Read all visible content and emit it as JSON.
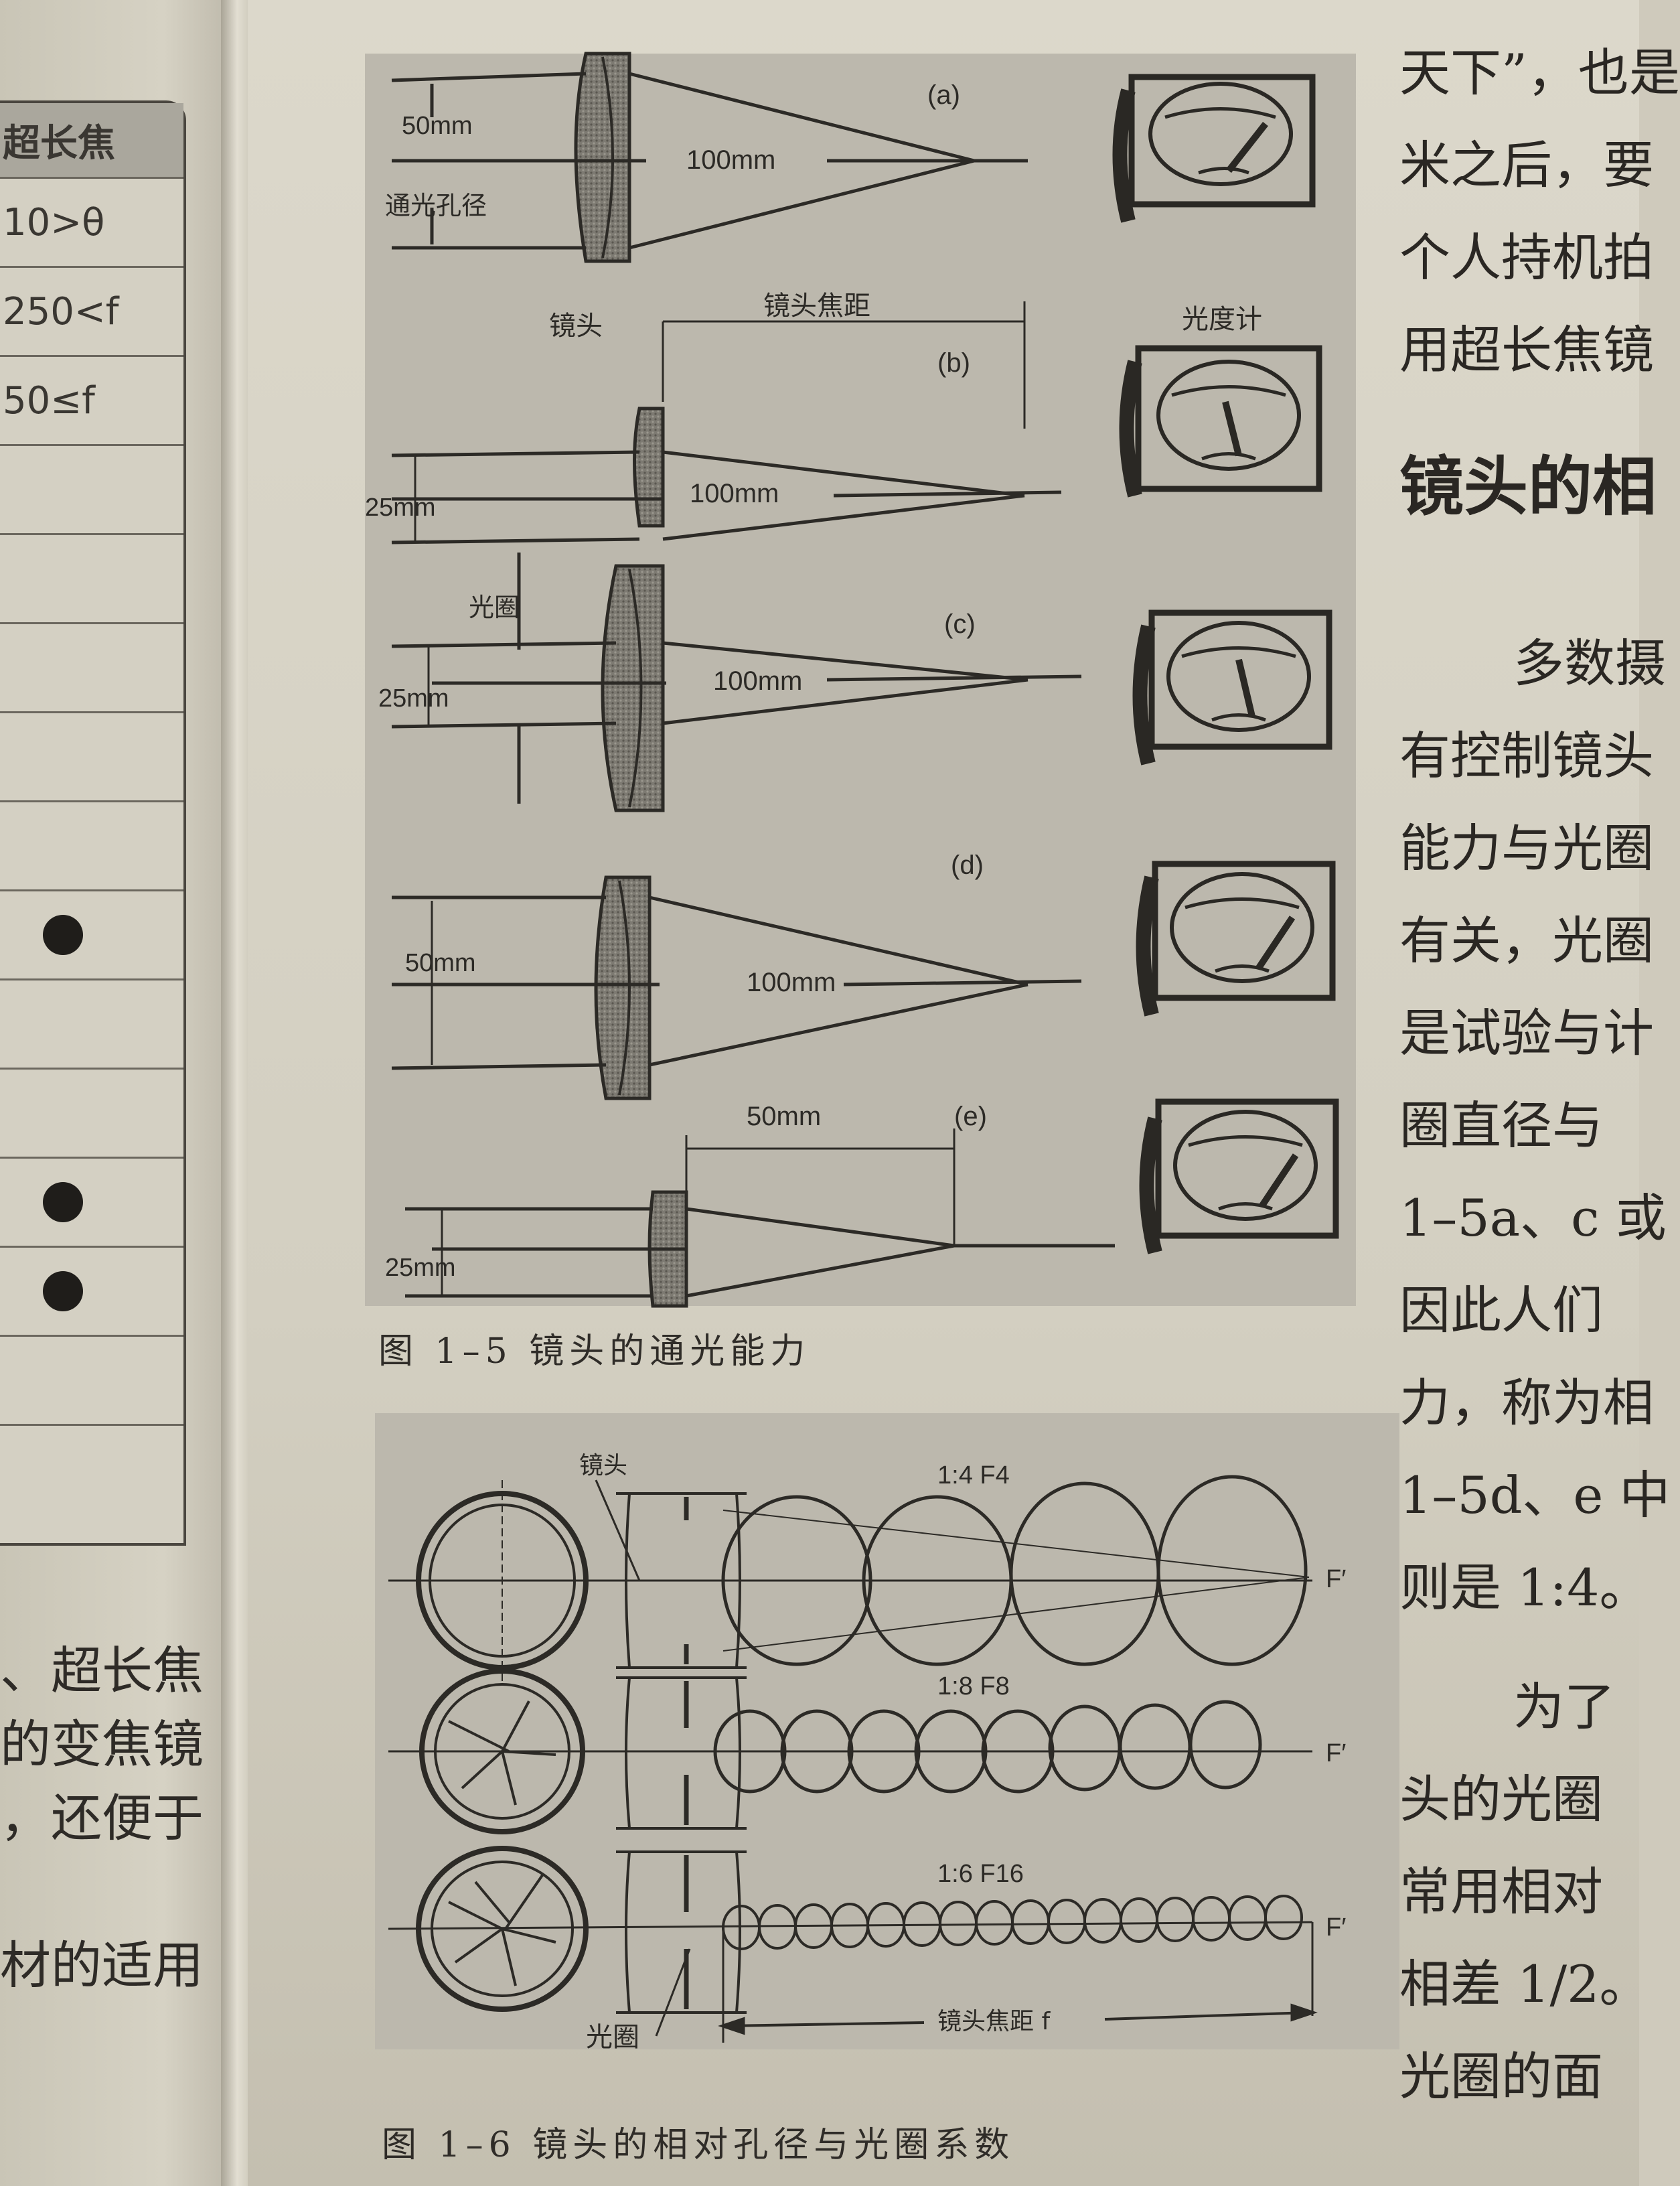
{
  "left_page": {
    "table": {
      "header": "超长焦",
      "rows": [
        "10>θ",
        "250<f",
        "50≤f",
        "",
        "",
        "",
        "",
        "",
        "●",
        "",
        "",
        "●",
        "●",
        "",
        ""
      ]
    },
    "text_lines": [
      "、超长焦",
      "的变焦镜",
      "，还便于",
      "",
      "材的适用"
    ]
  },
  "figure_1_5": {
    "caption": "图 1–5   镜头的通光能力",
    "labels": {
      "lens": "镜头",
      "focal_length": "镜头焦距",
      "light_meter": "光度计",
      "aperture_diameter": "通光孔径",
      "aperture": "光圈"
    },
    "panels": [
      {
        "id": "(a)",
        "aperture": "50mm",
        "focal": "100mm",
        "meter_reading": "high"
      },
      {
        "id": "(b)",
        "aperture": "25mm",
        "focal": "100mm",
        "meter_reading": "low"
      },
      {
        "id": "(c)",
        "aperture": "25mm",
        "focal": "100mm",
        "meter_reading": "low",
        "note": "光圈"
      },
      {
        "id": "(d)",
        "aperture": "50mm",
        "focal": "100mm",
        "meter_reading": "high"
      },
      {
        "id": "(e)",
        "aperture": "25mm",
        "focal": "50mm",
        "meter_reading": "high"
      }
    ]
  },
  "figure_1_6": {
    "caption": "图 1–6   镜头的相对孔径与光圈系数",
    "labels": {
      "lens": "镜头",
      "aperture": "光圈",
      "focal_length": "镜头焦距 f",
      "focal_point": "F′"
    },
    "rows": [
      {
        "ratio": "1:4 F4",
        "circles": 4
      },
      {
        "ratio": "1:8 F8",
        "circles": 8
      },
      {
        "ratio": "1:6 F16",
        "circles": 16
      }
    ]
  },
  "right_text": {
    "lines_top": [
      "天下”，也是",
      "米之后，要",
      "个人持机拍",
      "用超长焦镜"
    ],
    "heading": "镜头的相",
    "lines_body": [
      "多数摄",
      "有控制镜头",
      "能力与光圈",
      "有关，光圈",
      "是试验与计",
      "圈直径与",
      "1–5a、c 或",
      "因此人们",
      "力，称为相",
      "1–5d、e 中",
      "则是 1:4。"
    ],
    "lines_body2": [
      "为了",
      "头的光圈",
      "常用相对",
      "相差 1/2。",
      "光圈的面"
    ]
  }
}
